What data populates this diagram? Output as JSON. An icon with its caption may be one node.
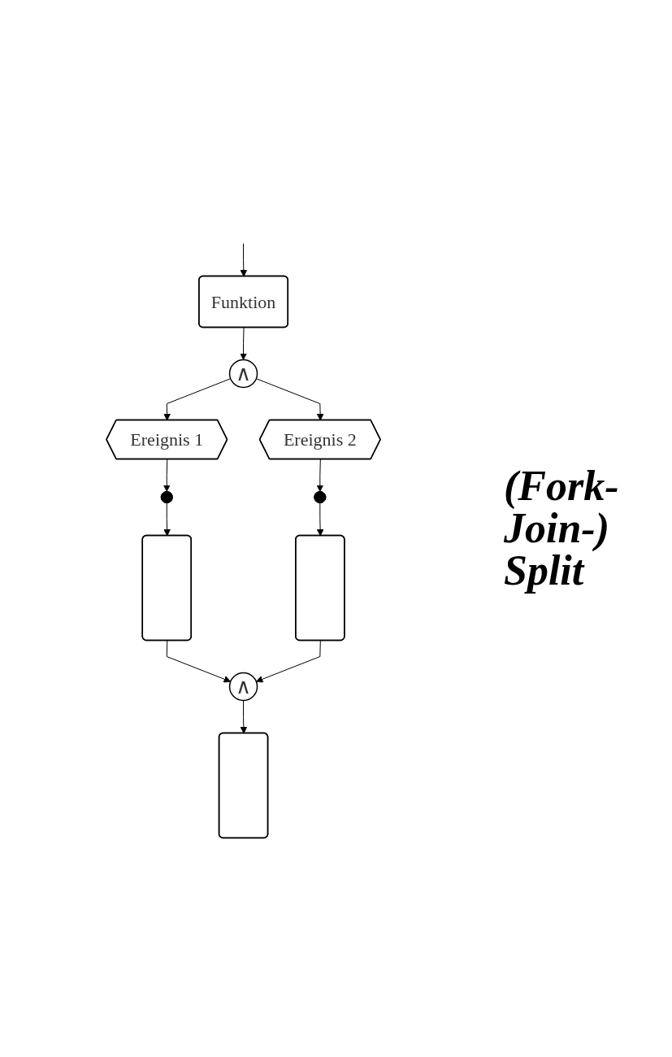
{
  "diagram": {
    "nodes": [
      {
        "text": [
          "Funktion"
        ]
      },
      {
        "text": [
          "∧"
        ]
      },
      {
        "text": [
          "Ereignis 1"
        ]
      },
      {
        "text": [
          "Ereignis 2"
        ]
      },
      {
        "text": [],
        "shape": "dots"
      },
      {
        "text": [],
        "shape": "dots"
      },
      {
        "text": [],
        "shape": "box"
      },
      {
        "text": [],
        "shape": "box"
      },
      {
        "text": [
          "∧"
        ]
      },
      {
        "text": [],
        "shape": "box"
      }
    ],
    "edges": [
      {
        "from": null,
        "to": 0,
        "arrow": "to"
      },
      {
        "from": 0,
        "to": 1,
        "arrow": "to"
      },
      {
        "from": 1,
        "to": 2,
        "arrow": "to"
      },
      {
        "from": 1,
        "to": 3,
        "arrow": "to"
      },
      {
        "from": 2,
        "to": 4,
        "arrow": "to"
      },
      {
        "from": 3,
        "to": 5,
        "arrow": "to"
      },
      {
        "from": 4,
        "to": 6,
        "arrow": "to"
      },
      {
        "from": 5,
        "to": 7,
        "arrow": "to"
      },
      {
        "from": 6,
        "to": 8,
        "arrow": "to"
      },
      {
        "from": 7,
        "to": 8,
        "arrow": "to"
      },
      {
        "from": 8,
        "to": 9,
        "arrow": "to"
      }
    ],
    "labels": [
      "(Fork-Join-) Split"
    ]
  }
}
